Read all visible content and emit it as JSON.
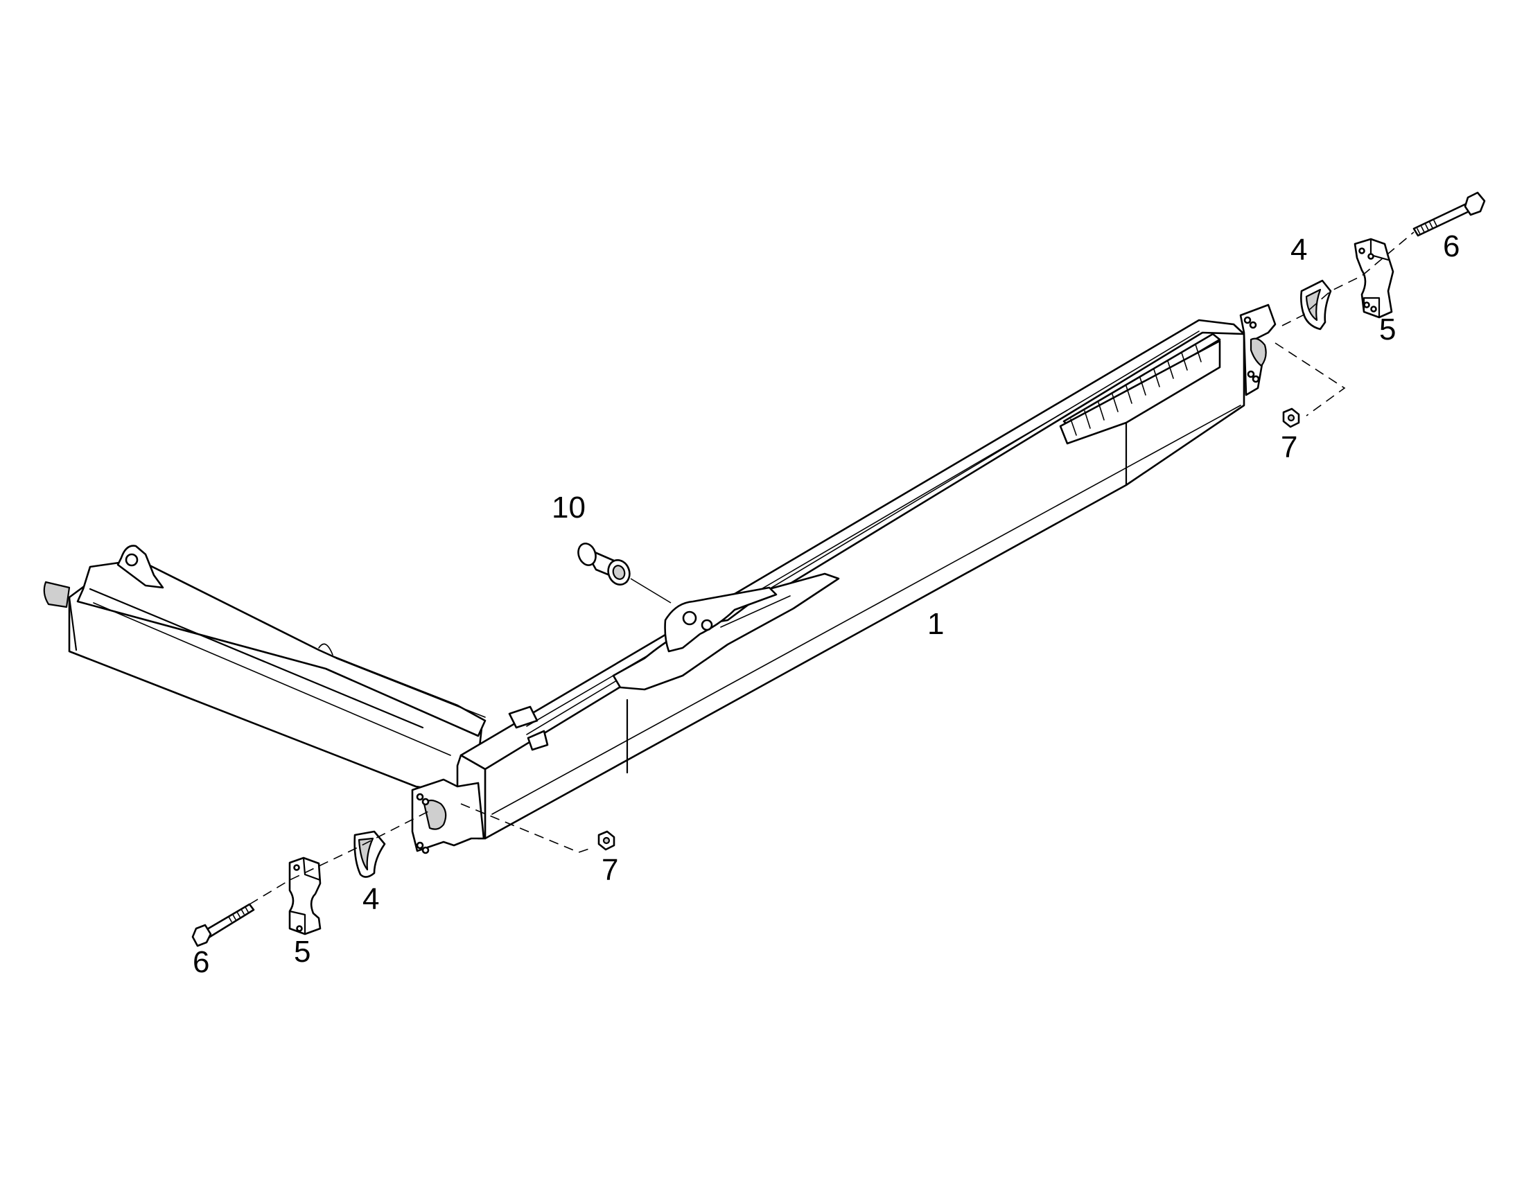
{
  "diagram": {
    "callouts": {
      "main_frame": "1",
      "bearing_shell_right": "4",
      "bearing_shell_left": "4",
      "clamp_cap_right": "5",
      "clamp_cap_left": "5",
      "bolt_right": "6",
      "bolt_left": "6",
      "nut_right": "7",
      "nut_left": "7",
      "pin": "10"
    }
  }
}
